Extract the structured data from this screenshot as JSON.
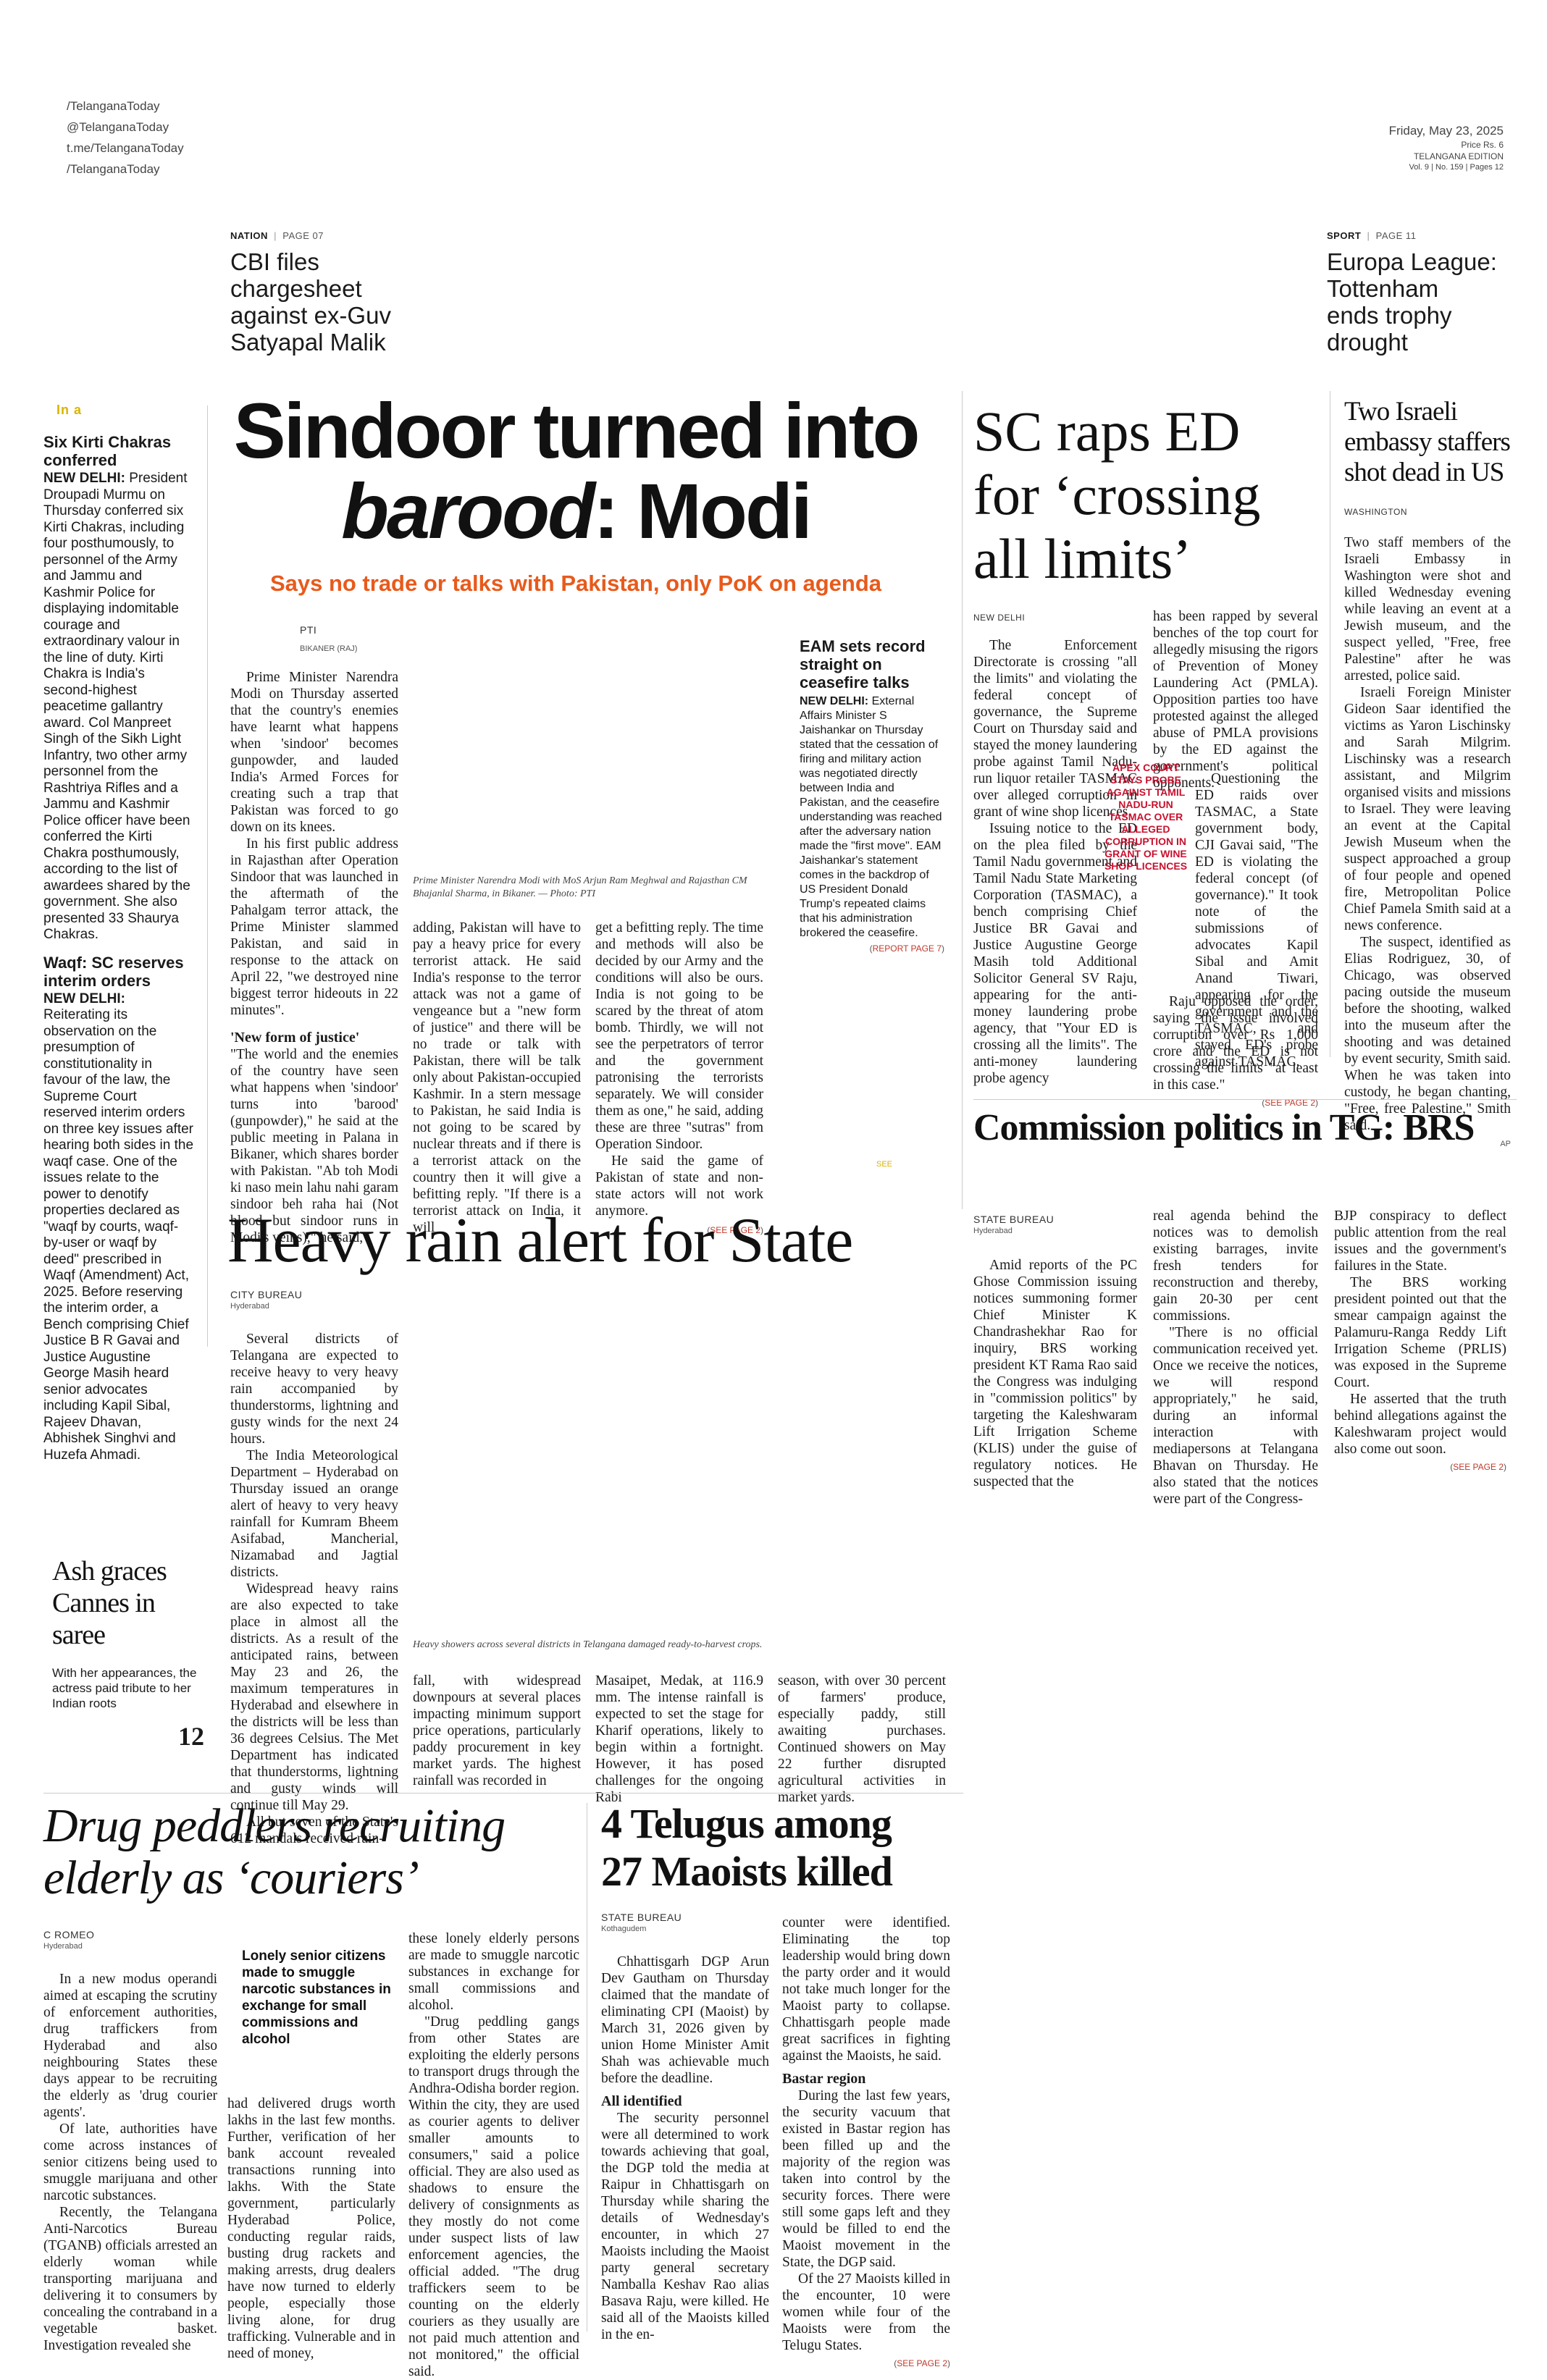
{
  "masthead": {
    "social": [
      "/TelanganaToday",
      "@TelanganaToday",
      "t.me/TelanganaToday",
      "/TelanganaToday"
    ],
    "date": "Friday, May 23, 2025",
    "price": "Price Rs. 6",
    "edition": "TELANGANA EDITION",
    "volume": "Vol. 9 | No. 159 | Pages 12"
  },
  "teasers": {
    "nation": {
      "section": "NATION",
      "page": "PAGE 07",
      "headline_lines": [
        "CBI files",
        "chargesheet",
        "against ex-Guv",
        "Satyapal Malik"
      ]
    },
    "sport": {
      "section": "SPORT",
      "page": "PAGE 11",
      "headline_lines": [
        "Europa League:",
        "Tottenham",
        "ends trophy",
        "drought"
      ]
    }
  },
  "briefs": {
    "tag": "In a",
    "items": [
      {
        "title_lines": [
          "Six Kirti Chakras",
          "conferred"
        ],
        "dateline": "NEW DELHI:",
        "text": "President Droupadi Murmu on Thursday conferred six Kirti Chakras, including four posthumously, to personnel of the Army and Jammu and Kashmir Police for displaying indomitable courage and extraordinary valour in the line of duty. Kirti Chakra is India's second-highest peacetime gallantry award. Col Manpreet Singh of the Sikh Light Infantry, two other army personnel from the Rashtriya Rifles and a Jammu and Kashmir Police officer have been conferred the Kirti Chakra posthumously, according to the list of awardees shared by the government. She also presented 33 Shaurya Chakras."
      },
      {
        "title_lines": [
          "Waqf: SC reserves",
          "interim orders"
        ],
        "dateline": "NEW DELHI:",
        "text": "Reiterating its observation on the presumption of constitutionality in favour of the law, the Supreme Court reserved interim orders on three key issues after hearing both sides in the waqf case. One of the issues relate to the power to denotify properties declared as \"waqf by courts, waqf-by-user or waqf by deed\" prescribed in Waqf (Amendment) Act, 2025. Before reserving the interim order, a Bench comprising Chief Justice B R Gavai and Justice Augustine George Masih heard senior advocates including Kapil Sibal, Rajeev Dhavan, Abhishek Singhvi and Huzefa Ahmadi."
      }
    ]
  },
  "lead": {
    "headline_line1": "Sindoor turned into",
    "headline_italic": "barood",
    "headline_rest": ": Modi",
    "deck": "Says no trade or talks with Pakistan, only PoK on agenda",
    "byline": "PTI",
    "dateline": "BIKANER (RAJ)",
    "col1": [
      "Prime Minister Narendra Modi on Thursday asserted that the country's enemies have learnt what happens when 'sindoor' becomes gunpowder, and lauded India's Armed Forces for creating such a trap that Pakistan was forced to go down on its knees.",
      "In his first public address in Rajasthan after Operation Sindoor that was launched in the aftermath of the Pahalgam terror attack, the Prime Minister slammed Pakistan, and said in response to the attack on April 22, \"we destroyed nine biggest terror hideouts in 22 minutes\"."
    ],
    "subhead": "'New form of justice'",
    "col1b": "\"The world and the enemies of the country have seen what happens when 'sindoor' turns into 'barood' (gunpowder),\" he said at the public meeting in Palana in Bikaner, which shares border with Pakistan. \"Ab toh Modi ki naso mein lahu nahi garam sindoor beh raha hai (Not blood but sindoor runs in Modi's veins),\" he said,",
    "col2": "adding, Pakistan will have to pay a heavy price for every terrorist attack. He said India's response to the terror attack was not a game of vengeance but a \"new form of justice\" and there will be no trade or talk with Pakistan, there will be talk only about Pakistan-occupied Kashmir. In a stern message to Pakistan, he said India is not going to be scared by nuclear threats and if there is a terrorist attack on the country then it will give a befitting reply. \"If there is a terrorist attack on India, it will",
    "col3": [
      "get a befitting reply. The time and methods will also be decided by our Army and the conditions will also be ours. India is not going to be scared by the threat of atom bomb. Thirdly, we will not see the perpetrators of terror and the government patronising the terrorists separately. We will consider them as one,\" he said, adding these are three \"sutras\" from Operation Sindoor.",
      "He said the game of Pakistan of state and non-state actors will not work anymore."
    ],
    "see": "SEE PAGE 2",
    "caption": "Prime Minister Narendra Modi with MoS Arjun Ram Meghwal and Rajasthan CM Bhajanlal Sharma, in Bikaner. — Photo: PTI"
  },
  "eam": {
    "title_lines": [
      "EAM sets record",
      "straight on",
      "ceasefire talks"
    ],
    "dateline": "NEW DELHI:",
    "text": "External Affairs Minister S Jaishankar on Thursday stated that the cessation of firing and military action was negotiated directly between India and Pakistan, and the ceasefire understanding was reached after the adversary nation made the \"first move\". EAM Jaishankar's statement comes in the backdrop of US President Donald Trump's repeated claims that his administration brokered the ceasefire.",
    "see": "REPORT PAGE 7"
  },
  "sc": {
    "headline_lines": [
      "SC raps ED",
      "for ‘crossing",
      "all limits’"
    ],
    "dateline": "NEW DELHI",
    "col1": [
      "The Enforcement Directorate is crossing \"all the limits\" and violating the federal concept of governance, the Supreme Court on Thursday said and stayed the money laundering probe against Tamil Nadu-run liquor retailer TASMAC over alleged corruption in grant of wine shop licences.",
      "Issuing notice to the ED on the plea filed by the Tamil Nadu government and Tamil Nadu State Marketing Corporation (TASMAC), a bench comprising Chief Justice BR Gavai and Justice Augustine George Masih told Additional Solicitor General SV Raju, appearing for the anti-money laundering probe agency, that \"Your ED is crossing all the limits\". The anti-money laundering probe agency"
    ],
    "col2a": "has been rapped by several benches of the top court for allegedly misusing the rigors of Prevention of Money Laundering Act (PMLA). Opposition parties too have protested against the alleged abuse of PMLA provisions by the ED against the government's political opponents.",
    "pull": "APEX COURT STAYS PROBE AGAINST TAMIL NADU-RUN TASMAC OVER ALLEGED CORRUPTION IN GRANT OF WINE SHOP LICENCES",
    "col2b": "Questioning the ED raids over TASMAC, a State government body, CJI Gavai said, \"The ED is violating the federal concept (of governance).\" It took note of the submissions of advocates Kapil Sibal and Amit Anand Tiwari, appearing for the government and the TASMAC, and stayed ED's probe against TASMAC.",
    "col2c": "Raju opposed the order, saying the issue involved corruption over Rs 1,000 crore and the ED is not crossing the limits \"at least in this case.\"",
    "see": "SEE PAGE 2"
  },
  "israel": {
    "headline_lines": [
      "Two Israeli",
      "embassy staffers",
      "shot dead in US"
    ],
    "dateline": "WASHINGTON",
    "paras": [
      "Two staff members of the Israeli Embassy in Washington were shot and killed Wednesday evening while leaving an event at a Jewish museum, and the suspect yelled, \"Free, free Palestine\" after he was arrested, police said.",
      "Israeli Foreign Minister Gideon Saar identified the victims as Yaron Lischinsky and Sarah Milgrim. Lischinsky was a research assistant, and Milgrim organised visits and missions to Israel. They were leaving an event at the Capital Jewish Museum when the suspect approached a group of four people and opened fire, Metropolitan Police Chief Pamela Smith said at a news conference.",
      "The suspect, identified as Elias Rodriguez, 30, of Chicago, was observed pacing outside the museum before the shooting, walked into the museum after the shooting and was detained by event security, Smith said. When he was taken into custody, he began chanting, \"Free, free Palestine,\" Smith said."
    ],
    "credit": "AP"
  },
  "commission": {
    "headline": "Commission politics in TG: BRS",
    "byline": "STATE BUREAU",
    "dateline": "Hyderabad",
    "col1": "Amid reports of the PC Ghose Commission issuing notices summoning former Chief Minister K Chandrashekhar Rao for inquiry, BRS working president KT Rama Rao said the Congress was indulging in \"commission politics\" by targeting the Kaleshwaram Lift Irrigation Scheme (KLIS) under the guise of regulatory notices. He suspected that the",
    "col2": [
      "real agenda behind the notices was to demolish existing barrages, invite fresh tenders for reconstruction and thereby, gain 20-30 per cent commissions.",
      "\"There is no official communication received yet. Once we receive the notices, we will respond appropriately,\" he said, during an informal interaction with mediapersons at Telangana Bhavan on Thursday. He also stated that the notices were part of the Congress-"
    ],
    "col3": [
      "BJP conspiracy to deflect public attention from the real issues and the government's failures in the State.",
      "The BRS working president pointed out that the smear campaign against the Palamuru-Ranga Reddy Lift Irrigation Scheme (PRLIS) was exposed in the Supreme Court.",
      "He asserted that the truth behind allegations against the Kaleshwaram project would also come out soon."
    ],
    "see": "SEE PAGE 2",
    "stray": "SEE"
  },
  "rain": {
    "headline": "Heavy rain alert for State",
    "byline": "CITY BUREAU",
    "dateline": "Hyderabad",
    "col1": [
      "Several districts of Telangana are expected to receive heavy to very heavy rain accompanied by thunderstorms, lightning and gusty winds for the next 24 hours.",
      "The India Meteorological Department – Hyderabad on Thursday issued an orange alert of heavy to very heavy rainfall for Kumram Bheem Asifabad, Mancherial, Nizamabad and Jagtial districts.",
      "Widespread heavy rains are also expected to take place in almost all the districts. As a result of the anticipated rains, between May 23 and 26, the maximum temperatures in Hyderabad and elsewhere in the districts will be less than 36 degrees Celsius. The Met Department has indicated that thunderstorms, lightning and gusty winds will continue till May 29.",
      "All but seven of the State's 612 mandals received rain-"
    ],
    "col2": "fall, with widespread downpours at several places impacting minimum support price operations, particularly paddy procurement in key market yards. The highest rainfall was recorded in",
    "col3": "Masaipet, Medak, at 116.9 mm. The intense rainfall is expected to set the stage for Kharif operations, likely to begin within a fortnight. However, it has posed challenges for the ongoing Rabi",
    "col4": "season, with over 30 percent of farmers' produce, especially paddy, still awaiting purchases. Continued showers on May 22 further disrupted agricultural activities in market yards.",
    "caption": "Heavy showers across several districts in Telangana damaged ready-to-harvest crops."
  },
  "ash": {
    "headline_lines": [
      "Ash graces",
      "Cannes in",
      "saree"
    ],
    "text": "With her appearances, the actress paid tribute to her Indian roots",
    "page": "12"
  },
  "drug": {
    "headline_lines": [
      "Drug peddlers recruiting",
      "elderly as ‘couriers’"
    ],
    "byline": "C ROMEO",
    "dateline": "Hyderabad",
    "col1": [
      "In a new modus operandi aimed at escaping the scrutiny of enforcement authorities, drug traffickers from Hyderabad and also neighbouring States these days appear to be recruiting the elderly as 'drug courier agents'.",
      "Of late, authorities have come across instances of senior citizens being used to smuggle marijuana and other narcotic substances.",
      "Recently, the Telangana Anti-Narcotics Bureau (TGANB) officials arrested an elderly woman while transporting marijuana and delivering it to consumers by concealing the contraband in a vegetable basket. Investigation revealed she"
    ],
    "pull": "Lonely senior citizens made to smuggle narcotic substances in exchange for small commissions and alcohol",
    "col2": "had delivered drugs worth lakhs in the last few months. Further, verification of her bank account revealed transactions running into lakhs. With the State government, particularly Hyderabad Police, conducting regular raids, busting drug rackets and making arrests, drug dealers have now turned to elderly people, especially those living alone, for drug trafficking. Vulnerable and in need of money,",
    "col3": [
      "these lonely elderly persons are made to smuggle narcotic substances in exchange for small commissions and alcohol.",
      "\"Drug peddling gangs from other States are exploiting the elderly persons to transport drugs through the Andhra-Odisha border region. Within the city, they are used as courier agents to deliver smaller amounts to consumers,\" said a police official. They are also used as shadows to ensure the delivery of consignments as they mostly do not come under suspect lists of law enforcement agencies, the official added. \"The drug traffickers seem to be counting on the elderly couriers as they usually are not paid much attention and not monitored,\" the official said."
    ]
  },
  "maoists": {
    "headline_lines": [
      "4 Telugus among",
      "27 Maoists killed"
    ],
    "byline": "STATE BUREAU",
    "dateline": "Kothagudem",
    "col1": "Chhattisgarh DGP Arun Dev Gautham on Thursday claimed that the mandate of eliminating CPI (Maoist) by March 31, 2026 given by union Home Minister Amit Shah was achievable much before the deadline.",
    "sub1": "All identified",
    "col1b": "The security personnel were all determined to work towards achieving that goal, the DGP told the media at Raipur in Chhattisgarh on Thursday while sharing the details of Wednesday's encounter, in which 27 Maoists including the Maoist party general secretary Namballa Keshav Rao alias Basava Raju, were killed. He said all of the Maoists killed in the en-",
    "col2a": "counter were identified. Eliminating the top leadership would bring down the party order and it would not take much longer for the Maoist party to collapse. Chhattisgarh people made great sacrifices in fighting against the Maoists, he said.",
    "sub2": "Bastar region",
    "col2b": [
      "During the last few years, the security vacuum that existed in Bastar region has been filled up and the majority of the region was taken into control by the security forces. There were still some gaps left and they would be filled to end the Maoist movement in the State, the DGP said.",
      "Of the 27 Maoists killed in the encounter, 10 were women while four of the Maoists were from the Telugu States."
    ],
    "see": "SEE PAGE 2"
  }
}
